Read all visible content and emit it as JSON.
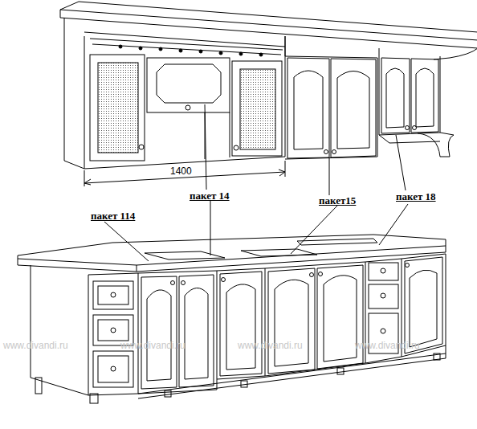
{
  "diagram": {
    "labels": [
      "1400",
      "пакет 14",
      "пакет 114",
      "пакет15",
      "пакет 18",
      "www.divandi.ru",
      "www.divandi.ru",
      "www.divandi.ru",
      "www.divandi.ru"
    ]
  }
}
